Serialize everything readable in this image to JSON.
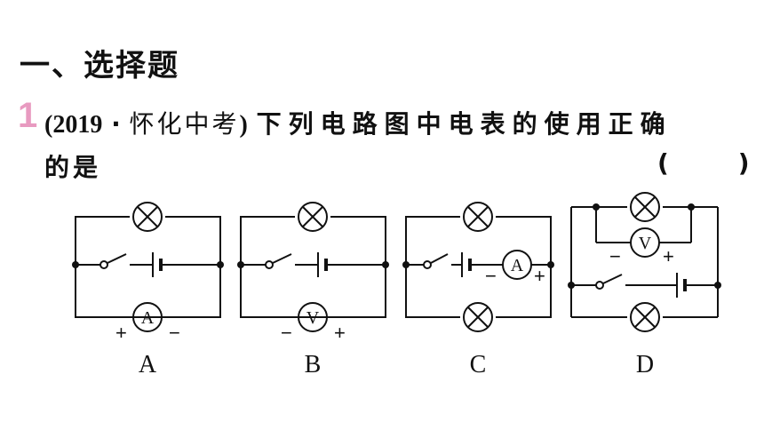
{
  "section": {
    "title": "一、选择题"
  },
  "question": {
    "number": "1",
    "source_open": "(",
    "source_year": "2019",
    "source_sep": "·",
    "source_region": "怀化中考",
    "source_close": ")",
    "stem_line1": "下列电路图中电表的使用正确",
    "stem_line2": "的是",
    "answer_bracket": "(        )"
  },
  "options": [
    {
      "label": "A",
      "meter": "A",
      "plus": "+",
      "minus": "−"
    },
    {
      "label": "B",
      "meter": "V",
      "plus": "+",
      "minus": "−"
    },
    {
      "label": "C",
      "meter": "A",
      "plus": "+",
      "minus": "−"
    },
    {
      "label": "D",
      "meter": "V",
      "plus": "+",
      "minus": "−"
    }
  ],
  "icons": {
    "lamp": "lamp-symbol",
    "battery": "battery-symbol",
    "switch": "switch-symbol",
    "meter": "meter-symbol"
  }
}
